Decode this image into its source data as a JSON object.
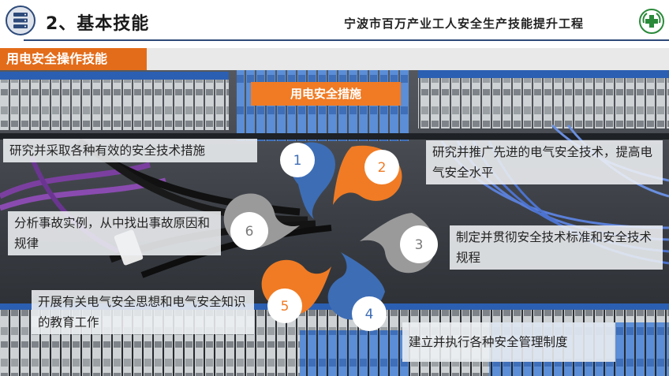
{
  "header": {
    "title": "2、基本技能",
    "project": "宁波市百万产业工人安全生产技能提升工程"
  },
  "section": {
    "title": "用电安全操作技能"
  },
  "center": {
    "label": "用电安全措施"
  },
  "measures": [
    {
      "number": "1",
      "text": "研究并采取各种有效的安全技术措施"
    },
    {
      "number": "2",
      "text": "研究并推广先进的电气安全技术，提高电气安全水平"
    },
    {
      "number": "3",
      "text": "制定并贯彻安全技术标准和安全技术规程"
    },
    {
      "number": "4",
      "text": "建立并执行各种安全管理制度"
    },
    {
      "number": "5",
      "text": "开展有关电气安全思想和电气安全知识的教育工作"
    },
    {
      "number": "6",
      "text": "分析事故实例，从中找出事故原因和规律"
    }
  ],
  "colors": {
    "orange": "#f07b24",
    "blue": "#3d6db5",
    "gray": "#9a9a9a",
    "header_line": "#2d4a7a",
    "section_bar": "#e36c1a"
  },
  "icons": {
    "logo": "server-icon",
    "emblem": "safety-cross-emblem"
  }
}
